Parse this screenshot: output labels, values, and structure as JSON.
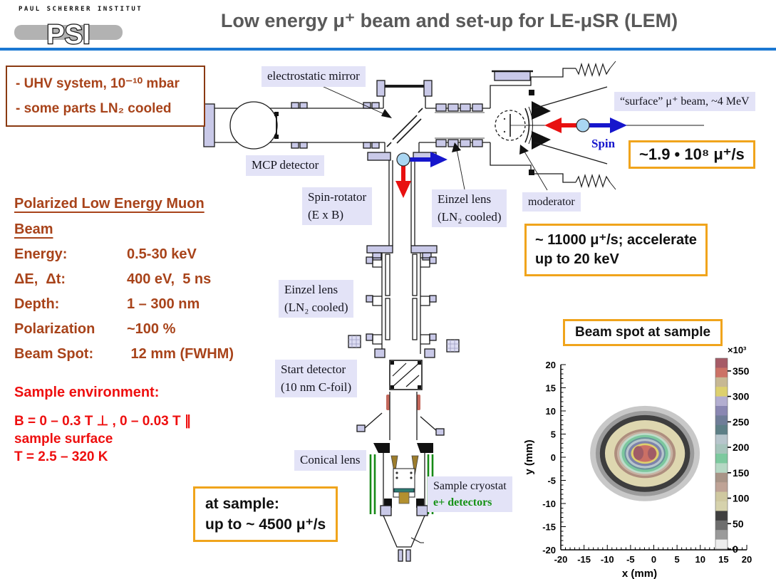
{
  "header": {
    "institute": "PAUL SCHERRER INSTITUT",
    "logo": "PSI",
    "title": "Low energy μ⁺ beam and set-up for LE-μSR (LEM)"
  },
  "uhv_box": {
    "line1": "- UHV system, 10⁻¹⁰ mbar",
    "line2": "- some parts LN₂ cooled"
  },
  "beam_properties": {
    "heading_line1": "Polarized Low Energy Muon",
    "heading_line2": "Beam",
    "rows": [
      {
        "label": "Energy:",
        "value": "0.5-30 keV"
      },
      {
        "label": "ΔE,  Δt:",
        "value": "400 eV,  5 ns"
      },
      {
        "label": "Depth:",
        "value": "1 – 300 nm"
      },
      {
        "label": "Polarization",
        "value": "~100 %"
      },
      {
        "label": "Beam Spot:",
        "value": " 12 mm (FWHM)"
      }
    ]
  },
  "sample_environment": {
    "heading": "Sample environment:",
    "line1": "B = 0 – 0.3 T ⊥ , 0 – 0.03 T ∥",
    "line2": "sample surface",
    "line3": "T = 2.5 – 320 K"
  },
  "diagram_labels": {
    "electrostatic_mirror": "electrostatic mirror",
    "mcp_detector": "MCP detector",
    "spin_rotator_line1": "Spin-rotator",
    "spin_rotator_line2": "(E x B)",
    "einzel_lens_top_line1": "Einzel lens",
    "einzel_lens_top_line2": "(LN₂ cooled)",
    "moderator": "moderator",
    "einzel_lens_mid_line1": "Einzel lens",
    "einzel_lens_mid_line2": "(LN₂ cooled)",
    "start_detector_line1": "Start detector",
    "start_detector_line2": "(10 nm C-foil)",
    "conical_lens": "Conical lens",
    "sample_cryostat_line1": "Sample cryostat",
    "sample_cryostat_line2": "e+ detectors",
    "surface_beam": "“surface” μ⁺ beam, ~4 MeV",
    "spin": "Spin"
  },
  "rate_boxes": {
    "surface_rate": "~1.9 • 10⁸ μ⁺/s",
    "moderated_line1": "~ 11000 μ⁺/s; accelerate",
    "moderated_line2": "up to 20 keV",
    "beam_spot_title": "Beam spot at sample",
    "at_sample_line1": "at sample:",
    "at_sample_line2": "up to ~ 4500 μ⁺/s"
  },
  "colors": {
    "accent_orange": "#f0a41c",
    "label_background": "#e3e3f7",
    "brown_text": "#a8431a",
    "red_text": "#ee0f0f",
    "green_text": "#169216",
    "spin_blue": "#1616cc",
    "title_gray": "#595959",
    "divider_blue": "#1b78d2"
  },
  "chart_data": {
    "type": "heatmap",
    "title": "Beam spot at sample",
    "xlabel": "x (mm)",
    "ylabel": "y (mm)",
    "xlim": [
      -20,
      20
    ],
    "ylim": [
      -20,
      20
    ],
    "x_ticks": [
      -20,
      -15,
      -10,
      -5,
      0,
      5,
      10,
      15,
      20
    ],
    "y_ticks": [
      -20,
      -15,
      -10,
      -5,
      0,
      5,
      10,
      15,
      20
    ],
    "grid": false,
    "legend": "colorbar-right",
    "colorbar": {
      "label": "×10³",
      "ticks": [
        0,
        50,
        100,
        150,
        200,
        250,
        300,
        350
      ],
      "max": 375,
      "colors_top_to_bottom": [
        "#a65b67",
        "#cc7266",
        "#c7b894",
        "#ddd06e",
        "#b3aed0",
        "#8a87b2",
        "#6f7d98",
        "#5d7f86",
        "#b7c5cc",
        "#a6c4bb",
        "#7cc99e",
        "#b5d8c4",
        "#a89487",
        "#bfa396",
        "#cfc8a0",
        "#d6d2ac",
        "#3f3f3f",
        "#6e6e6e",
        "#9a9a9a",
        "#ededed"
      ]
    },
    "spot": {
      "center_mm": [
        -1.9,
        0.8
      ],
      "fwhm_mm": 12,
      "peak_intensity_e3": 360,
      "rings": [
        {
          "level_e3": 25,
          "color": "#c8c8c8",
          "rx_mm": 11.8,
          "ry_mm": 10.3
        },
        {
          "level_e3": 50,
          "color": "#9b9b9b",
          "rx_mm": 10.6,
          "ry_mm": 9.2
        },
        {
          "level_e3": 60,
          "color": "#3e3e3e",
          "rx_mm": 9.7,
          "ry_mm": 8.3
        },
        {
          "level_e3": 85,
          "color": "#ded7b0",
          "rx_mm": 8.6,
          "ry_mm": 7.2
        },
        {
          "level_e3": 130,
          "color": "#ae8e7e",
          "rx_mm": 6.6,
          "ry_mm": 5.3
        },
        {
          "level_e3": 140,
          "color": "#c8b2a3",
          "rx_mm": 6.0,
          "ry_mm": 4.8
        },
        {
          "level_e3": 155,
          "color": "#bddcca",
          "rx_mm": 5.5,
          "ry_mm": 4.4
        },
        {
          "level_e3": 175,
          "color": "#7cc79e",
          "rx_mm": 5.0,
          "ry_mm": 4.0
        },
        {
          "level_e3": 210,
          "color": "#6a929a",
          "rx_mm": 4.4,
          "ry_mm": 3.5
        },
        {
          "level_e3": 225,
          "color": "#b7c5cc",
          "rx_mm": 4.1,
          "ry_mm": 3.2
        },
        {
          "level_e3": 250,
          "color": "#7d82aa",
          "rx_mm": 3.6,
          "ry_mm": 2.7
        },
        {
          "level_e3": 290,
          "color": "#ddd06e",
          "rx_mm": 3.0,
          "ry_mm": 2.2
        },
        {
          "level_e3": 325,
          "color": "#cb7065",
          "rx_mm": 2.5,
          "ry_mm": 1.8
        }
      ],
      "core_lobes": [
        {
          "dx_mm": -1.4,
          "dy_mm": 0.1,
          "rx_mm": 1.1,
          "ry_mm": 1.5,
          "color": "#a05c66"
        },
        {
          "dx_mm": 1.5,
          "dy_mm": 0.0,
          "rx_mm": 0.9,
          "ry_mm": 1.3,
          "color": "#a05c66"
        }
      ]
    }
  }
}
